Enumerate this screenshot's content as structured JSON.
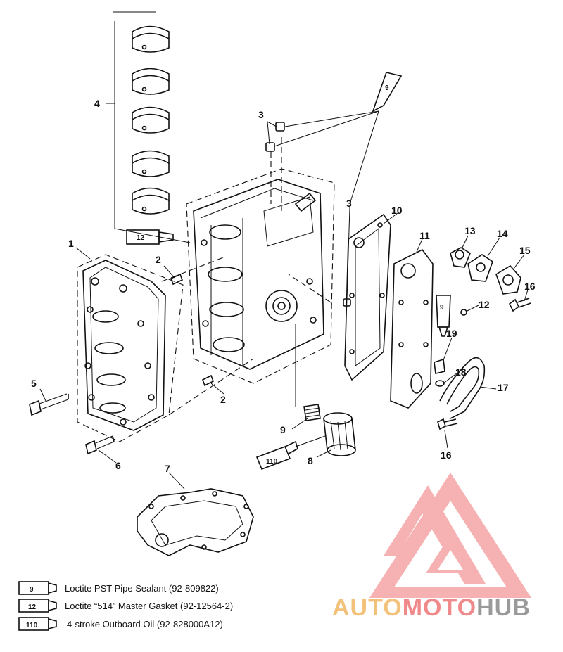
{
  "callouts": {
    "c1": "1",
    "c2a": "2",
    "c2b": "2",
    "c3a": "3",
    "c3b": "3",
    "c4": "4",
    "c5": "5",
    "c6": "6",
    "c7": "7",
    "c8": "8",
    "c9a": "9",
    "c10": "10",
    "c11": "11",
    "c12": "12",
    "c13": "13",
    "c14": "14",
    "c15": "15",
    "c16a": "16",
    "c16b": "16",
    "c17": "17",
    "c18": "18",
    "c19": "19"
  },
  "tubes": {
    "t9_top": "9",
    "t12_top": "12",
    "t9_right": "9",
    "t110": "110"
  },
  "legend": [
    {
      "code": "9",
      "text": "Loctite PST Pipe Sealant (92-809822)"
    },
    {
      "code": "12",
      "text": "Loctite “514” Master Gasket (92-12564-2)"
    },
    {
      "code": "110",
      "text": "4-stroke Outboard Oil (92-828000A12)"
    }
  ],
  "watermark": {
    "part1": "AUTO",
    "part2": "MOTO",
    "part3": "HUB",
    "color_orange": "#f3c27a",
    "color_red": "#f08a8a",
    "color_gray": "#9a9a9a"
  }
}
